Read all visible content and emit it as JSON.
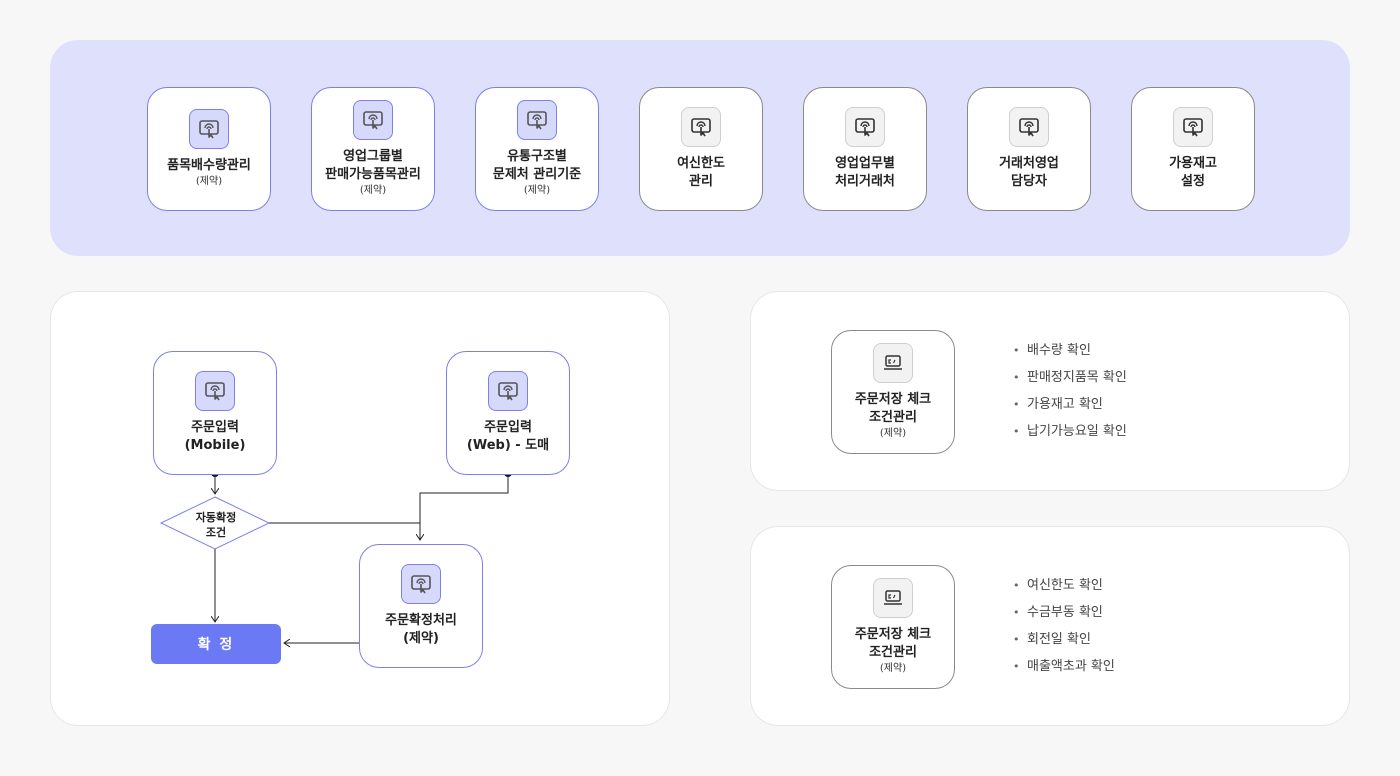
{
  "top_cards": [
    {
      "title": "품목배수량관리",
      "sub": "(제약)",
      "style": "purple",
      "icon": "touch-screen-icon"
    },
    {
      "title": "영업그룹별\n판매가능품목관리",
      "sub": "(제약)",
      "style": "purple",
      "icon": "touch-screen-icon"
    },
    {
      "title": "유통구조별\n문제처 관리기준",
      "sub": "(제약)",
      "style": "purple",
      "icon": "touch-screen-icon"
    },
    {
      "title": "여신한도\n관리",
      "sub": "",
      "style": "gray",
      "icon": "touch-screen-icon"
    },
    {
      "title": "영업업무별\n처리거래처",
      "sub": "",
      "style": "gray",
      "icon": "touch-screen-icon"
    },
    {
      "title": "거래처영업\n담당자",
      "sub": "",
      "style": "gray",
      "icon": "touch-screen-icon"
    },
    {
      "title": "가용재고\n설정",
      "sub": "",
      "style": "gray",
      "icon": "touch-screen-icon"
    }
  ],
  "flow": {
    "mobile_input": {
      "title": "주문입력\n(Mobile)",
      "icon": "touch-screen-icon"
    },
    "web_input": {
      "title": "주문입력\n(Web) - 도매",
      "icon": "touch-screen-icon"
    },
    "auto_confirm_condition": "자동확정\n조건",
    "confirm_process": {
      "title": "주문확정처리\n(제약)",
      "icon": "touch-screen-icon"
    },
    "confirm_button": "확 정"
  },
  "check_panels": [
    {
      "card_title": "주문저장 체크\n조건관리",
      "card_sub": "(제약)",
      "icon": "laptop-icon",
      "items": [
        "배수량 확인",
        "판매정지품목 확인",
        "가용재고 확인",
        "납기가능요일 확인"
      ]
    },
    {
      "card_title": "주문저장 체크\n조건관리",
      "card_sub": "(제약)",
      "icon": "laptop-icon",
      "items": [
        "여신한도 확인",
        "수금부동 확인",
        "회전일 확인",
        "매출액초과 확인"
      ]
    }
  ],
  "colors": {
    "accent": "#6c79f4",
    "band": "#dfe0fb",
    "purple_border": "#7c80ea",
    "icon_purple_bg": "#d7d9fc"
  }
}
